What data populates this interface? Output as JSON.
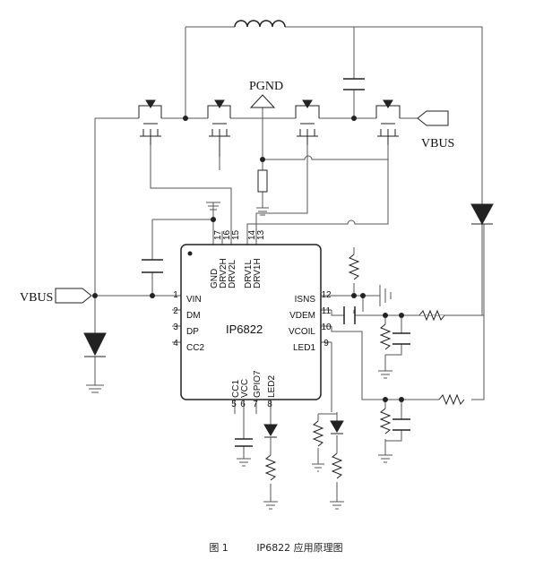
{
  "chip": {
    "name": "IP6822",
    "pins_left": [
      {
        "num": "1",
        "name": "VIN"
      },
      {
        "num": "2",
        "name": "DM"
      },
      {
        "num": "3",
        "name": "DP"
      },
      {
        "num": "4",
        "name": "CC2"
      }
    ],
    "pins_right": [
      {
        "num": "12",
        "name": "ISNS"
      },
      {
        "num": "11",
        "name": "VDEM"
      },
      {
        "num": "10",
        "name": "VCOIL"
      },
      {
        "num": "9",
        "name": "LED1"
      }
    ],
    "pins_top": [
      {
        "num": "17",
        "name": "GND"
      },
      {
        "num": "16",
        "name": "DRV2H"
      },
      {
        "num": "15",
        "name": "DRV2L"
      },
      {
        "num": "14",
        "name": "DRV1L"
      },
      {
        "num": "13",
        "name": "DRV1H"
      }
    ],
    "pins_bottom": [
      {
        "num": "5",
        "name": "CC1"
      },
      {
        "num": "6",
        "name": "VCC"
      },
      {
        "num": "7",
        "name": "GPIO7"
      },
      {
        "num": "8",
        "name": "LED2"
      }
    ]
  },
  "labels": {
    "vbus_left": "VBUS",
    "vbus_right": "VBUS",
    "pgnd": "PGND"
  },
  "caption": {
    "figure": "图 1",
    "title": "IP6822 应用原理图"
  }
}
